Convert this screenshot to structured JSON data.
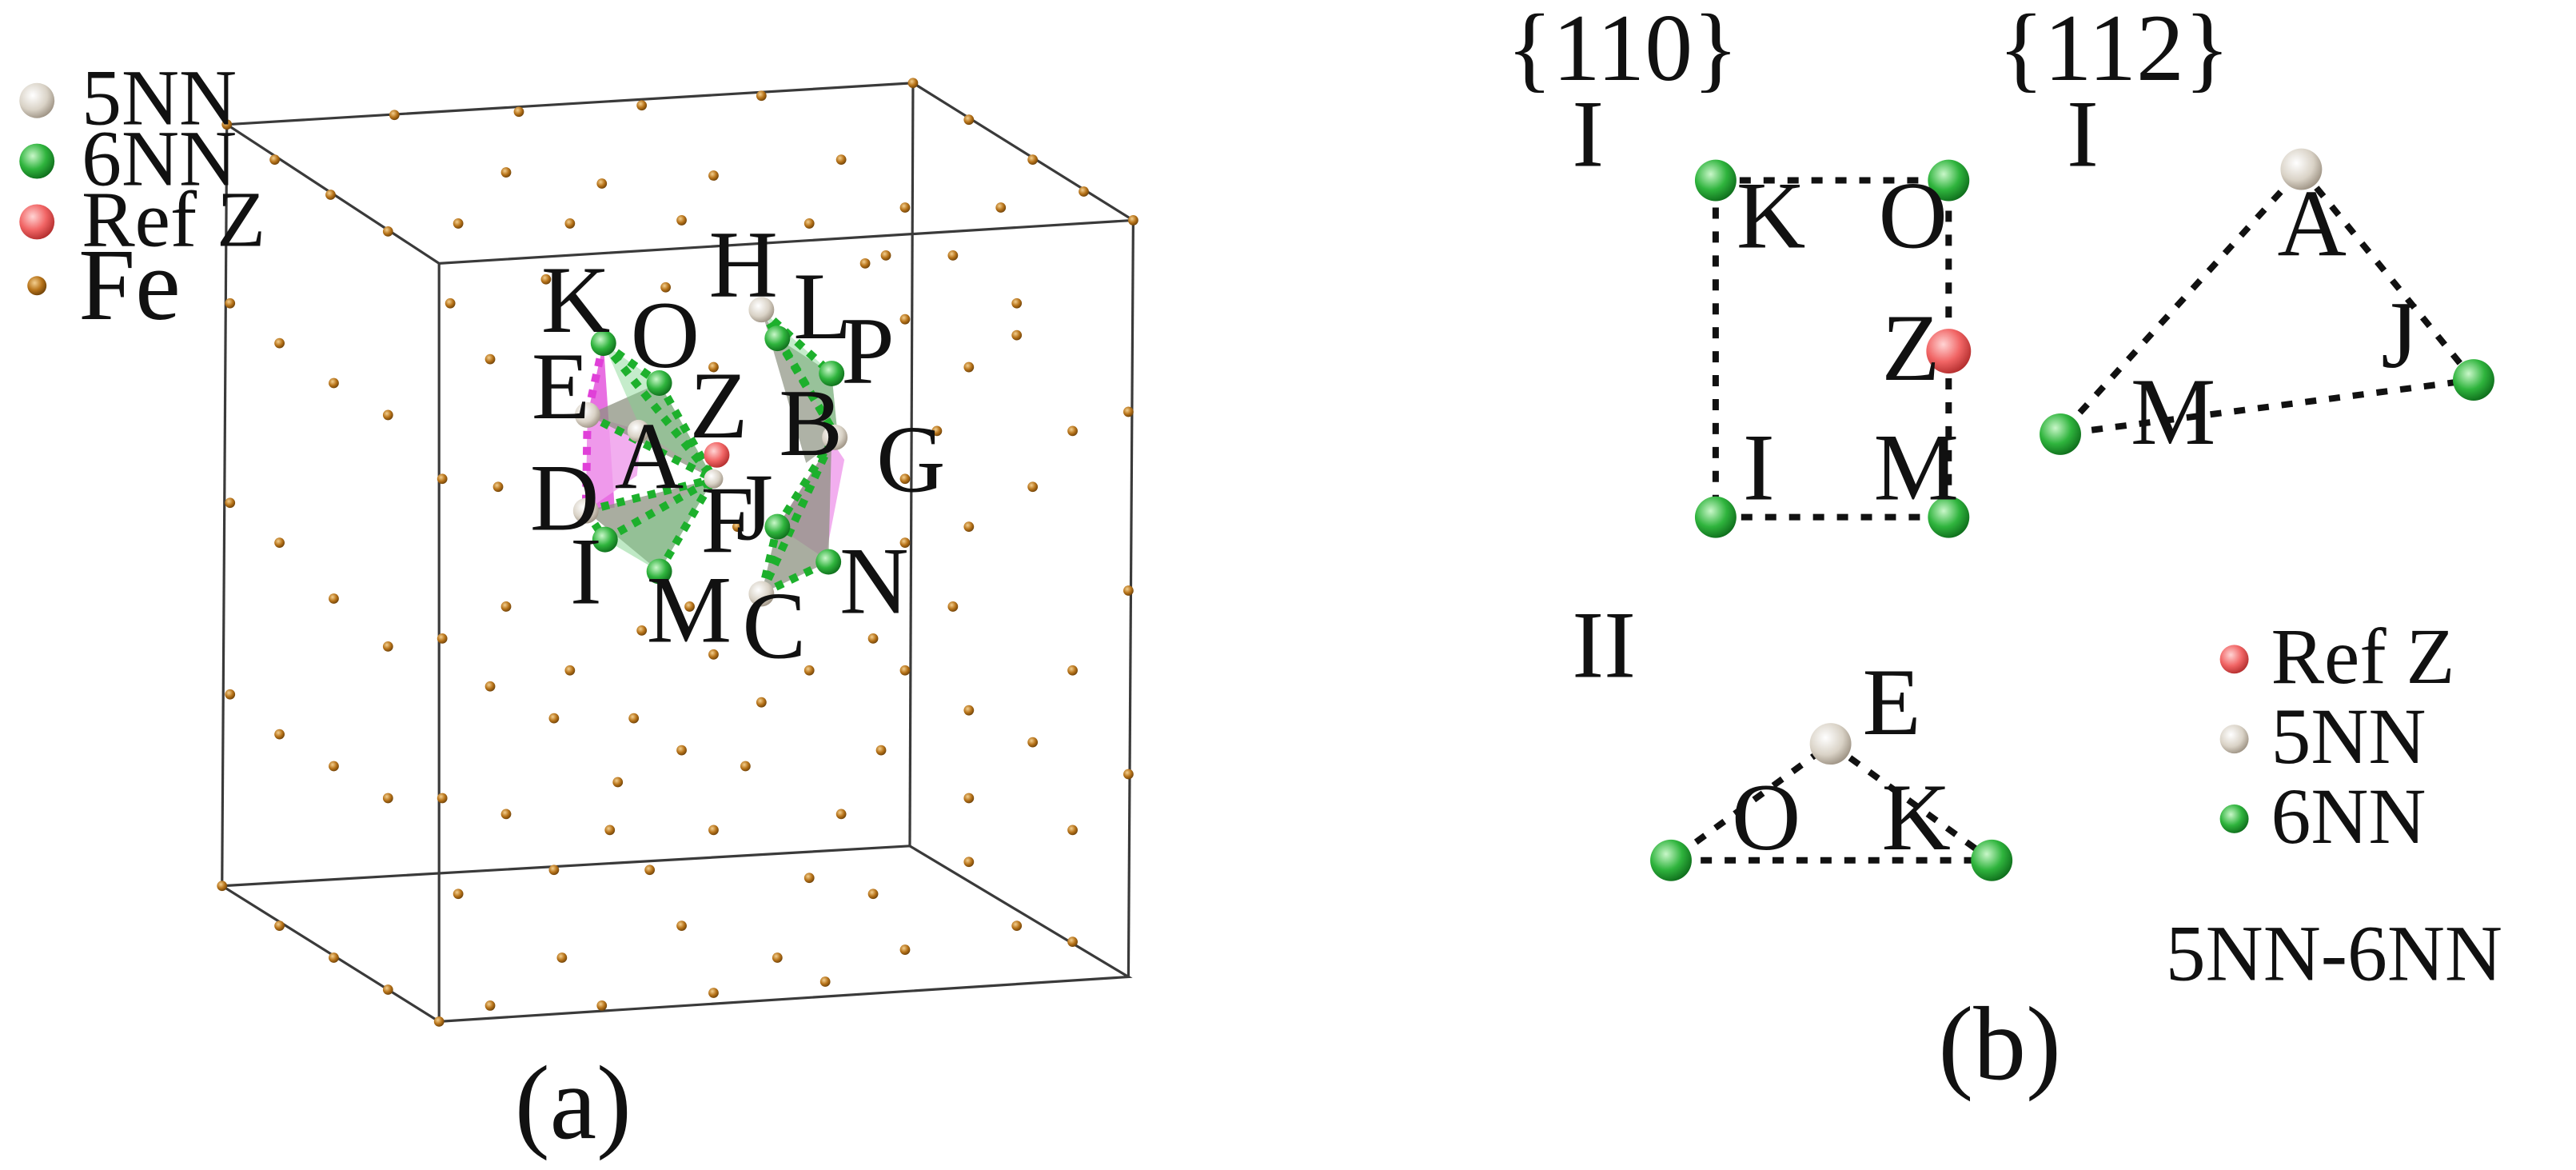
{
  "colors": {
    "fe": "#b8741a",
    "nn5": "#d9d2c6",
    "nn6": "#2fb43d",
    "ref": "#f16565",
    "pink": "#f0a0ec",
    "magenta": "#e040d8",
    "grey": "#8c9280"
  },
  "panel_a": {
    "caption": "(a)",
    "legend": [
      {
        "label": "5NN",
        "kind": "nn5"
      },
      {
        "label": "6NN",
        "kind": "nn6"
      },
      {
        "label": "Ref Z",
        "kind": "ref"
      },
      {
        "label": "Fe",
        "kind": "fe"
      }
    ],
    "labels": {
      "K": "K",
      "O": "O",
      "E": "E",
      "Z": "Z",
      "A": "A",
      "D": "D",
      "F": "F",
      "I": "I",
      "M": "M",
      "H": "H",
      "L": "L",
      "P": "P",
      "B": "B",
      "G": "G",
      "J": "J",
      "N": "N",
      "C": "C"
    }
  },
  "panel_b": {
    "caption": "(b)",
    "headings": {
      "h110": "{110}",
      "h112": "{112}"
    },
    "group_I_left": "I",
    "group_I_right": "I",
    "group_II": "II",
    "labels": {
      "K": "K",
      "O": "O",
      "Z": "Z",
      "I": "I",
      "M": "M",
      "A": "A",
      "M2": "M",
      "J": "J",
      "E": "E",
      "O2": "O",
      "K2": "K"
    },
    "legend": [
      {
        "label": "Ref Z",
        "kind": "ref"
      },
      {
        "label": "5NN",
        "kind": "nn5"
      },
      {
        "label": "6NN",
        "kind": "nn6"
      }
    ],
    "footer": "5NN-6NN"
  }
}
